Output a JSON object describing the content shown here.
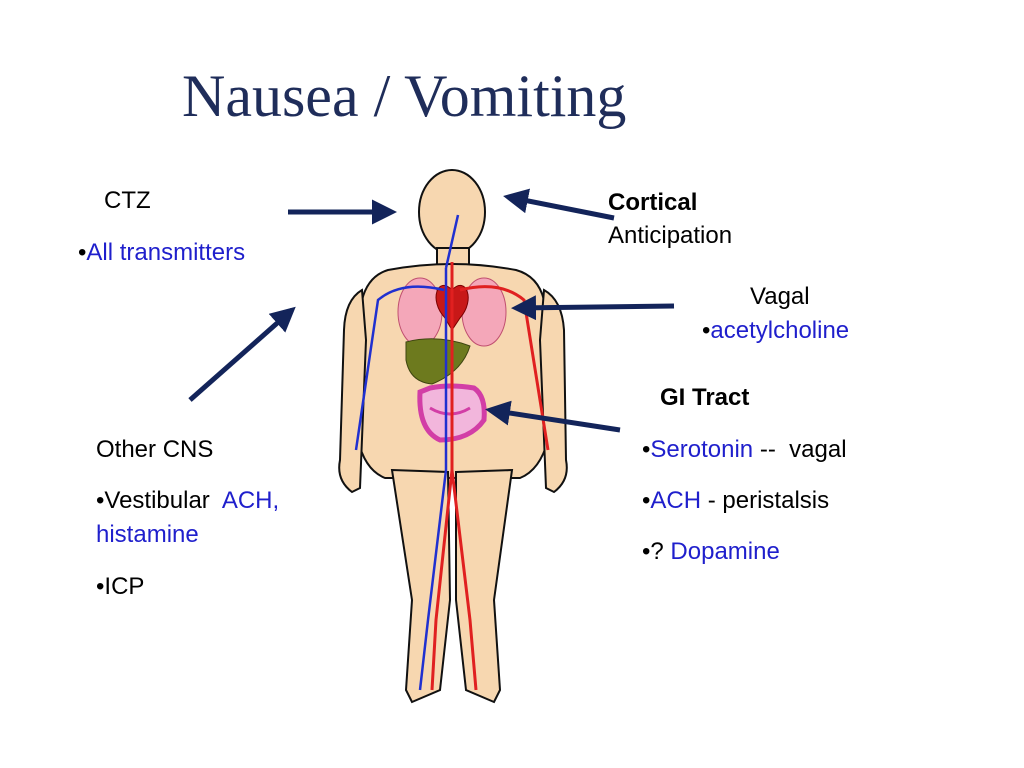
{
  "title": "Nausea / Vomiting",
  "colors": {
    "title": "#1f2d5a",
    "arrow": "#13245a",
    "blue_text": "#1f1fcc",
    "skin": "#f7d7b0",
    "artery": "#e02020",
    "vein": "#2030d0",
    "lungs": "#f4a7b9",
    "liver": "#6d7a1e",
    "intestine": "#d23ea6"
  },
  "ctz": {
    "heading": "CTZ",
    "bullet": "•",
    "item": "All transmitters"
  },
  "cortical": {
    "heading": "Cortical",
    "item": "Anticipation"
  },
  "vagal": {
    "heading": "Vagal",
    "bullet": "•",
    "item": "acetylcholine"
  },
  "gi_tract": {
    "heading": "GI Tract",
    "items": [
      {
        "bullet": "•",
        "colored": "Serotonin",
        "rest": " --  vagal"
      },
      {
        "bullet": "•",
        "colored": "ACH",
        "rest": " - peristalsis"
      },
      {
        "bullet": "•? ",
        "colored": "Dopamine",
        "rest": ""
      }
    ]
  },
  "other_cns": {
    "heading": "Other CNS",
    "vestibular_prefix": "•Vestibular  ",
    "vestibular_colored": "ACH,",
    "vestibular_cont": "histamine",
    "icp": "•ICP"
  },
  "figure": {
    "icon": "human-circulatory-system-illustration"
  }
}
